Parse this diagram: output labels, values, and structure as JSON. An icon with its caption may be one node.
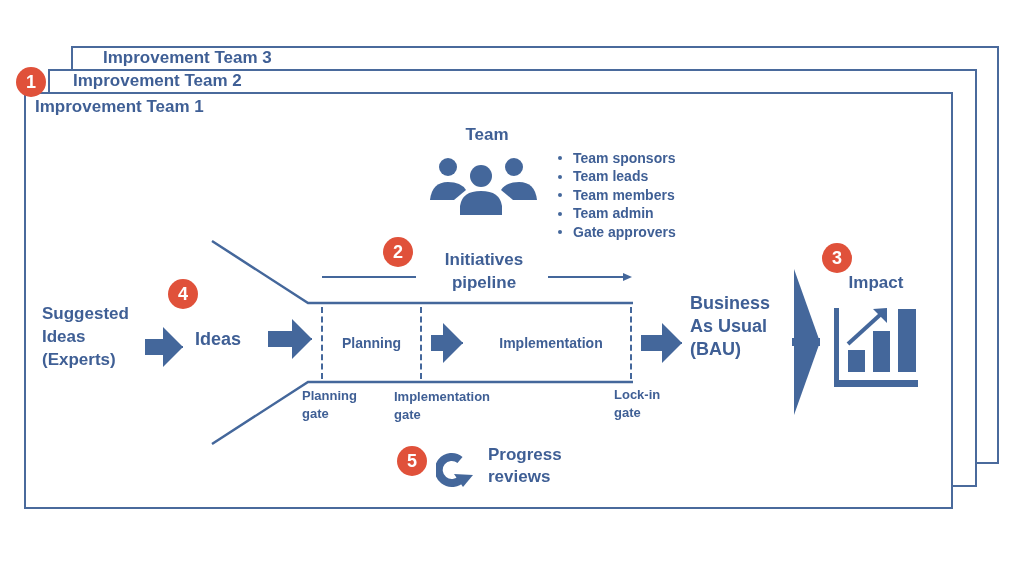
{
  "diagram": {
    "nodes": [
      {
        "text": [
          "Improvement Team 3"
        ]
      },
      {
        "text": [
          "Improvement Team 2"
        ]
      },
      {
        "text": [
          "Improvement Team 1"
        ]
      },
      {
        "text": [
          "Suggested Ideas (Experts)"
        ],
        "in": 2
      },
      {
        "text": [
          "Ideas"
        ],
        "in": 2
      },
      {
        "text": [
          "Planning"
        ],
        "in": 2
      },
      {
        "text": [
          "Implementation"
        ],
        "in": 2
      },
      {
        "text": [
          "Business As Usual (BAU)"
        ],
        "in": 2
      },
      {
        "text": [
          "Impact"
        ],
        "in": 2
      }
    ],
    "edges": [
      {
        "from": 3,
        "to": 4,
        "arrow": "to"
      },
      {
        "from": 4,
        "to": 5,
        "arrow": "to"
      },
      {
        "from": 5,
        "to": 6,
        "arrow": "to"
      },
      {
        "from": 6,
        "to": 7,
        "arrow": "to"
      },
      {
        "from": 7,
        "to": 8,
        "arrow": "to",
        "style": "thick"
      }
    ],
    "labels": [
      "1",
      "Team",
      "Team sponsors",
      "Team leads",
      "Team members",
      "Team admin",
      "Gate approvers",
      "2",
      "Initiatives pipeline",
      "3",
      "4",
      "Planning gate",
      "Implementation gate",
      "Lock-in gate",
      "5",
      "Progress reviews"
    ]
  }
}
